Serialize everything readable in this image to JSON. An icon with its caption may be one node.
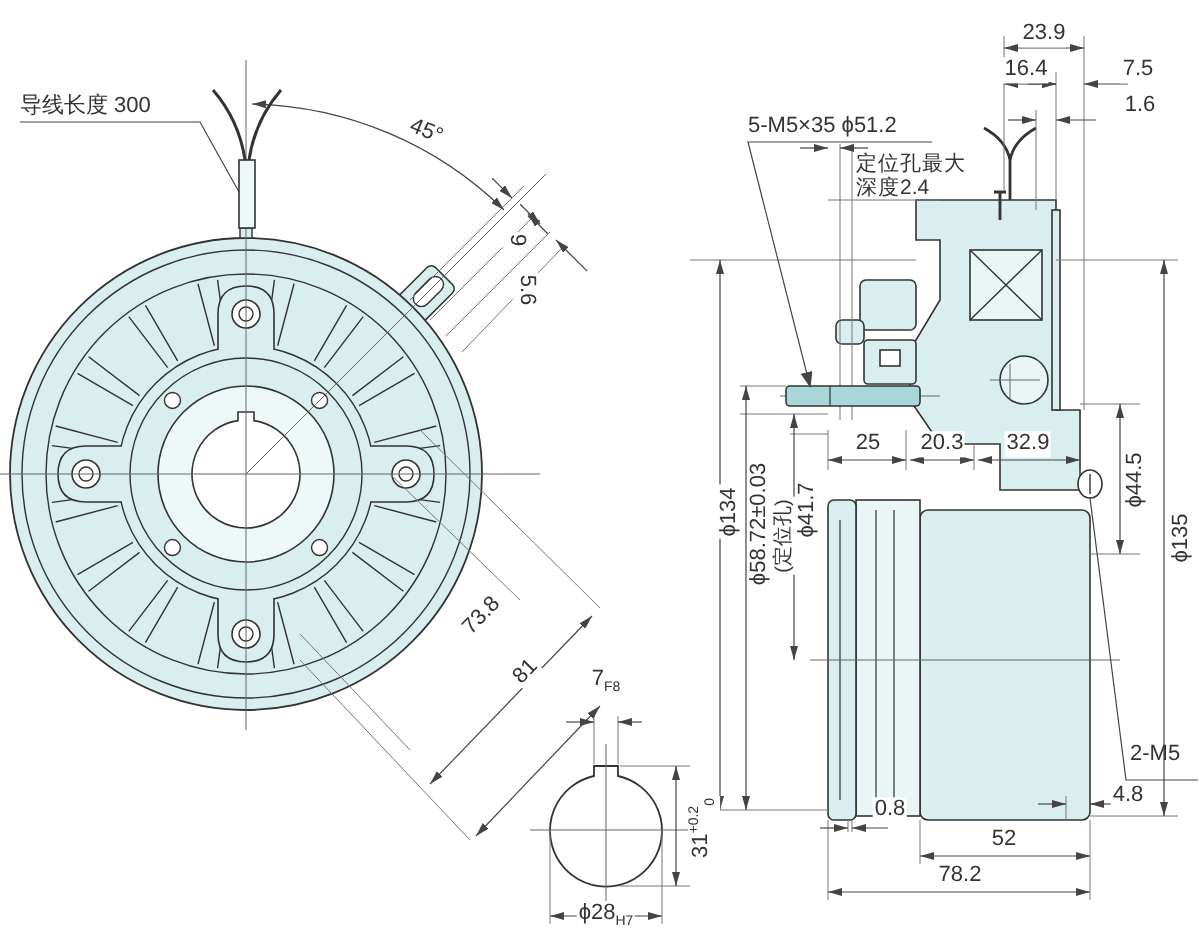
{
  "diagram": {
    "nodes": [
      {
        "text": [
          "导线长度 300"
        ]
      },
      {
        "text": [],
        "shape": "picture"
      },
      {
        "text": [
          "5-M5×35 ϕ51.2"
        ]
      },
      {
        "text": [],
        "shape": "picture"
      },
      {
        "text": [
          "2-M5"
        ]
      },
      {
        "text": [],
        "shape": "circle"
      }
    ],
    "edges": [
      {
        "from": 0,
        "to": 1,
        "arrow": "none"
      },
      {
        "from": 2,
        "to": 3,
        "arrow": "to"
      },
      {
        "from": 4,
        "to": 5,
        "arrow": "none"
      }
    ],
    "labels": [
      "45°",
      "9",
      "5.6",
      "73.8",
      "81",
      "7$_{F8}$",
      "31$^{+0.2}$$_{0}$",
      "ϕ28$_{H7}$",
      "23.9",
      "16.4",
      "7.5",
      "1.6",
      "定位孔最大深度2.4",
      "ϕ134",
      "ϕ58.72±0.03",
      "(定位孔)",
      "ϕ41.7",
      "25",
      "20.3",
      "32.9",
      "ϕ44.5",
      "ϕ135",
      "0.8",
      "4.8",
      "52",
      "78.2"
    ]
  }
}
